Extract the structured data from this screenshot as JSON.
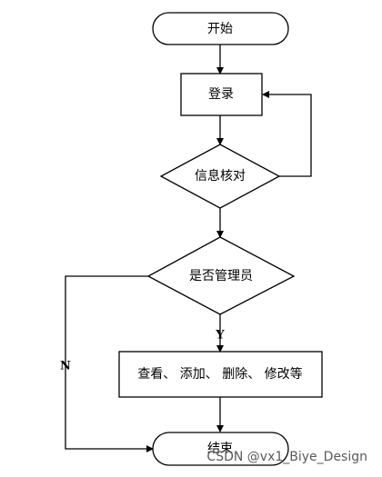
{
  "flowchart": {
    "nodes": {
      "start": "开始",
      "login": "登录",
      "verify": "信息核对",
      "is_admin": "是否管理员",
      "actions": "查看、 添加、 删除、 修改等",
      "end": "结束"
    },
    "edge_labels": {
      "yes": "Y",
      "no": "N"
    }
  },
  "watermark": "CSDN @vx1_Biye_Design",
  "colors": {
    "stroke": "#000000",
    "fill": "#ffffff",
    "watermark": "#5a5a5a"
  }
}
